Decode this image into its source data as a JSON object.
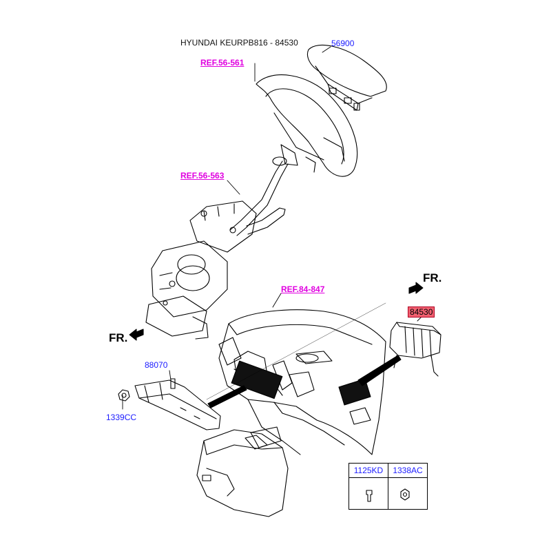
{
  "diagram": {
    "title": "HYUNDAI KEURPB816 - 84530",
    "labels": {
      "airbag_driver": "56900",
      "ref_steering_wheel": "REF.56-561",
      "ref_steering_column": "REF.56-563",
      "ref_crash_pad": "REF.84-847",
      "airbag_passenger": "84530",
      "knee_airbag": "88070",
      "nut_left": "1339CC",
      "fr_right": "FR.",
      "fr_left": "FR."
    },
    "legend": [
      {
        "code": "1125KD",
        "icon": "bolt-icon"
      },
      {
        "code": "1338AC",
        "icon": "nut-icon"
      }
    ],
    "colors": {
      "part_number": "#1a1aff",
      "reference": "#e000e0",
      "highlight": "#f06070"
    }
  }
}
